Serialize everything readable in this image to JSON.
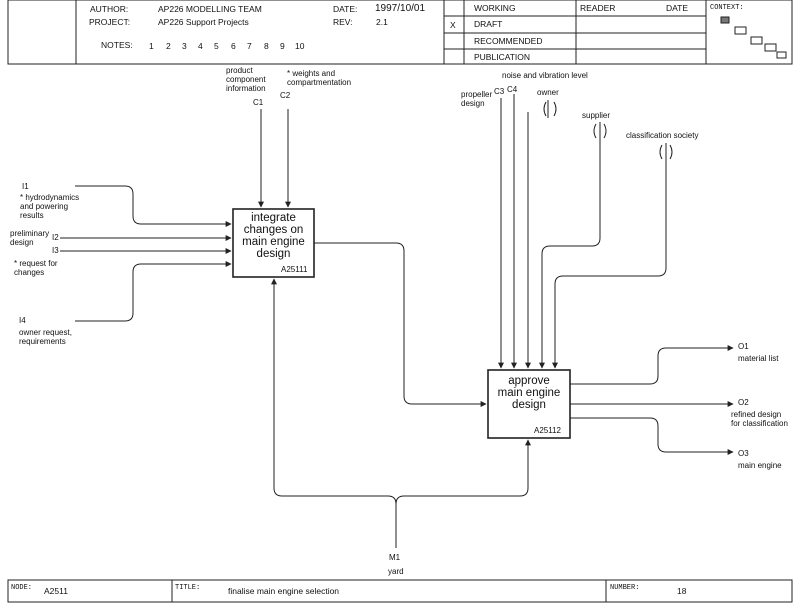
{
  "header": {
    "author_label": "AUTHOR:",
    "author": "AP226 MODELLING TEAM",
    "project_label": "PROJECT:",
    "project": "AP226 Support Projects",
    "date_label": "DATE:",
    "date": "1997/10/01",
    "rev_label": "REV:",
    "rev": "2.1",
    "notes_label": "NOTES:",
    "notes": [
      "1",
      "2",
      "3",
      "4",
      "5",
      "6",
      "7",
      "8",
      "9",
      "10"
    ],
    "status_mark": "X",
    "status": [
      "WORKING",
      "DRAFT",
      "RECOMMENDED",
      "PUBLICATION"
    ],
    "reader_label": "READER",
    "reader_date_label": "DATE",
    "context_label": "CONTEXT:"
  },
  "footer": {
    "node_label": "NODE:",
    "node": "A2511",
    "title_label": "TITLE:",
    "title": "finalise main engine selection",
    "number_label": "NUMBER:",
    "number": "18"
  },
  "boxes": [
    {
      "title": "integrate\nchanges on\nmain engine\ndesign",
      "number": "A25111"
    },
    {
      "title": "approve\nmain engine\ndesign",
      "number": "A25112"
    }
  ],
  "arrows": {
    "c1": {
      "code": "C1",
      "label": "product\ncomponent\ninformation"
    },
    "c2": {
      "code": "C2",
      "label": "* weights and\ncompartmentation"
    },
    "c3": {
      "code": "C3",
      "label": "propeller\ndesign"
    },
    "c4": {
      "code": "C4",
      "label": "noise and vibration level"
    },
    "owner": {
      "label": "owner"
    },
    "supplier": {
      "label": "supplier"
    },
    "class": {
      "label": "classification society"
    },
    "i1": {
      "code": "I1",
      "label": "* hydrodynamics\nand powering\nresults"
    },
    "i2": {
      "code": "I2",
      "label": "preliminary\ndesign"
    },
    "i3": {
      "code": "I3",
      "label": "* request for\nchanges"
    },
    "i4": {
      "code": "I4",
      "label": "owner request,\nrequirements"
    },
    "m1": {
      "code": "M1",
      "label": "yard"
    },
    "o1": {
      "code": "O1",
      "label": "material list"
    },
    "o2": {
      "code": "O2",
      "label": "refined design\nfor classification"
    },
    "o3": {
      "code": "O3",
      "label": "main engine"
    }
  }
}
